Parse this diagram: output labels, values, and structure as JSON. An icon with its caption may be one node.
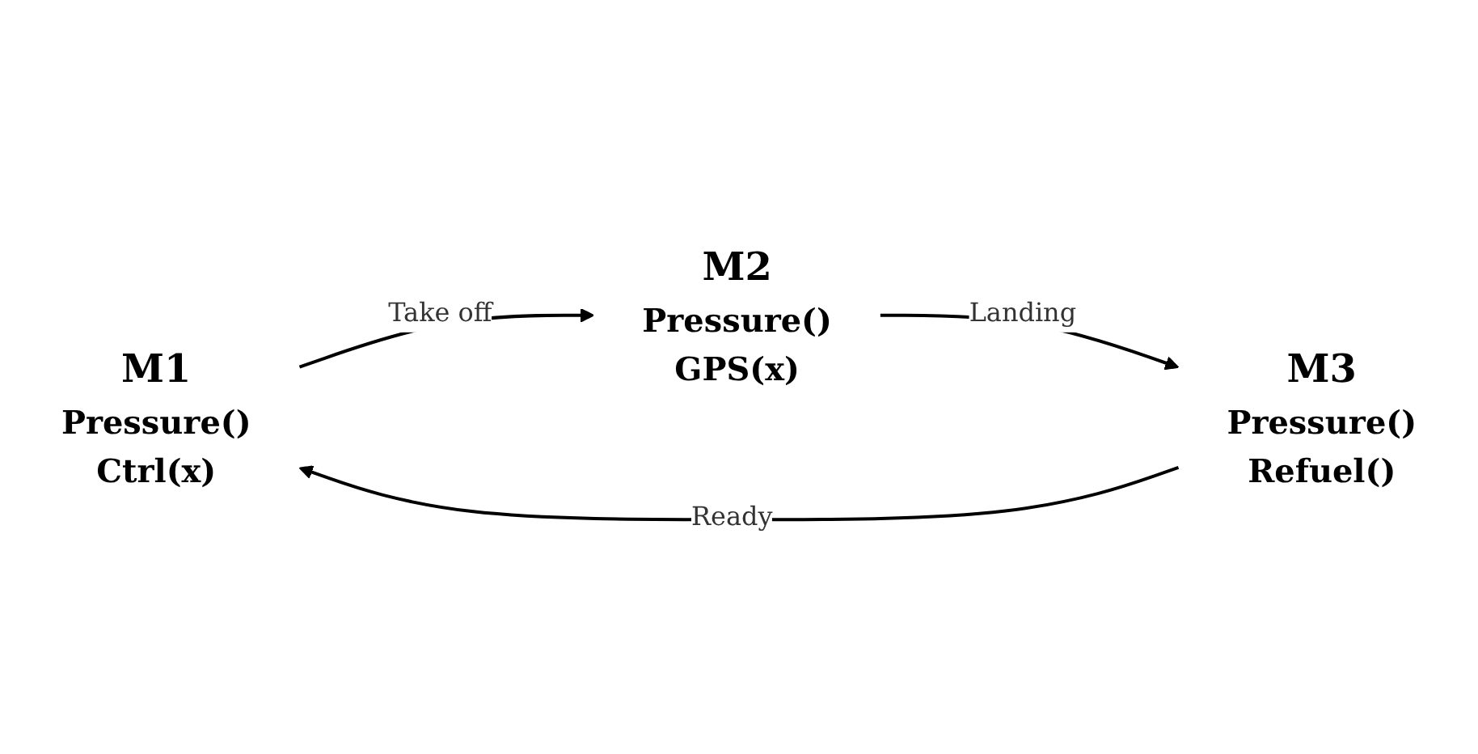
{
  "diagram": {
    "nodes": [
      {
        "text": [
          "M1",
          "Pressure()",
          "Ctrl(x)"
        ]
      },
      {
        "text": [
          "M2",
          "Pressure()",
          "GPS(x)"
        ]
      },
      {
        "text": [
          "M3",
          "Pressure()",
          "Refuel()"
        ]
      }
    ],
    "edges": [
      {
        "from": 0,
        "to": 1,
        "arrow": "to",
        "label": "Take off"
      },
      {
        "from": 1,
        "to": 2,
        "arrow": "to",
        "label": "Landing"
      },
      {
        "from": 2,
        "to": 0,
        "arrow": "to",
        "label": "Ready"
      }
    ]
  }
}
